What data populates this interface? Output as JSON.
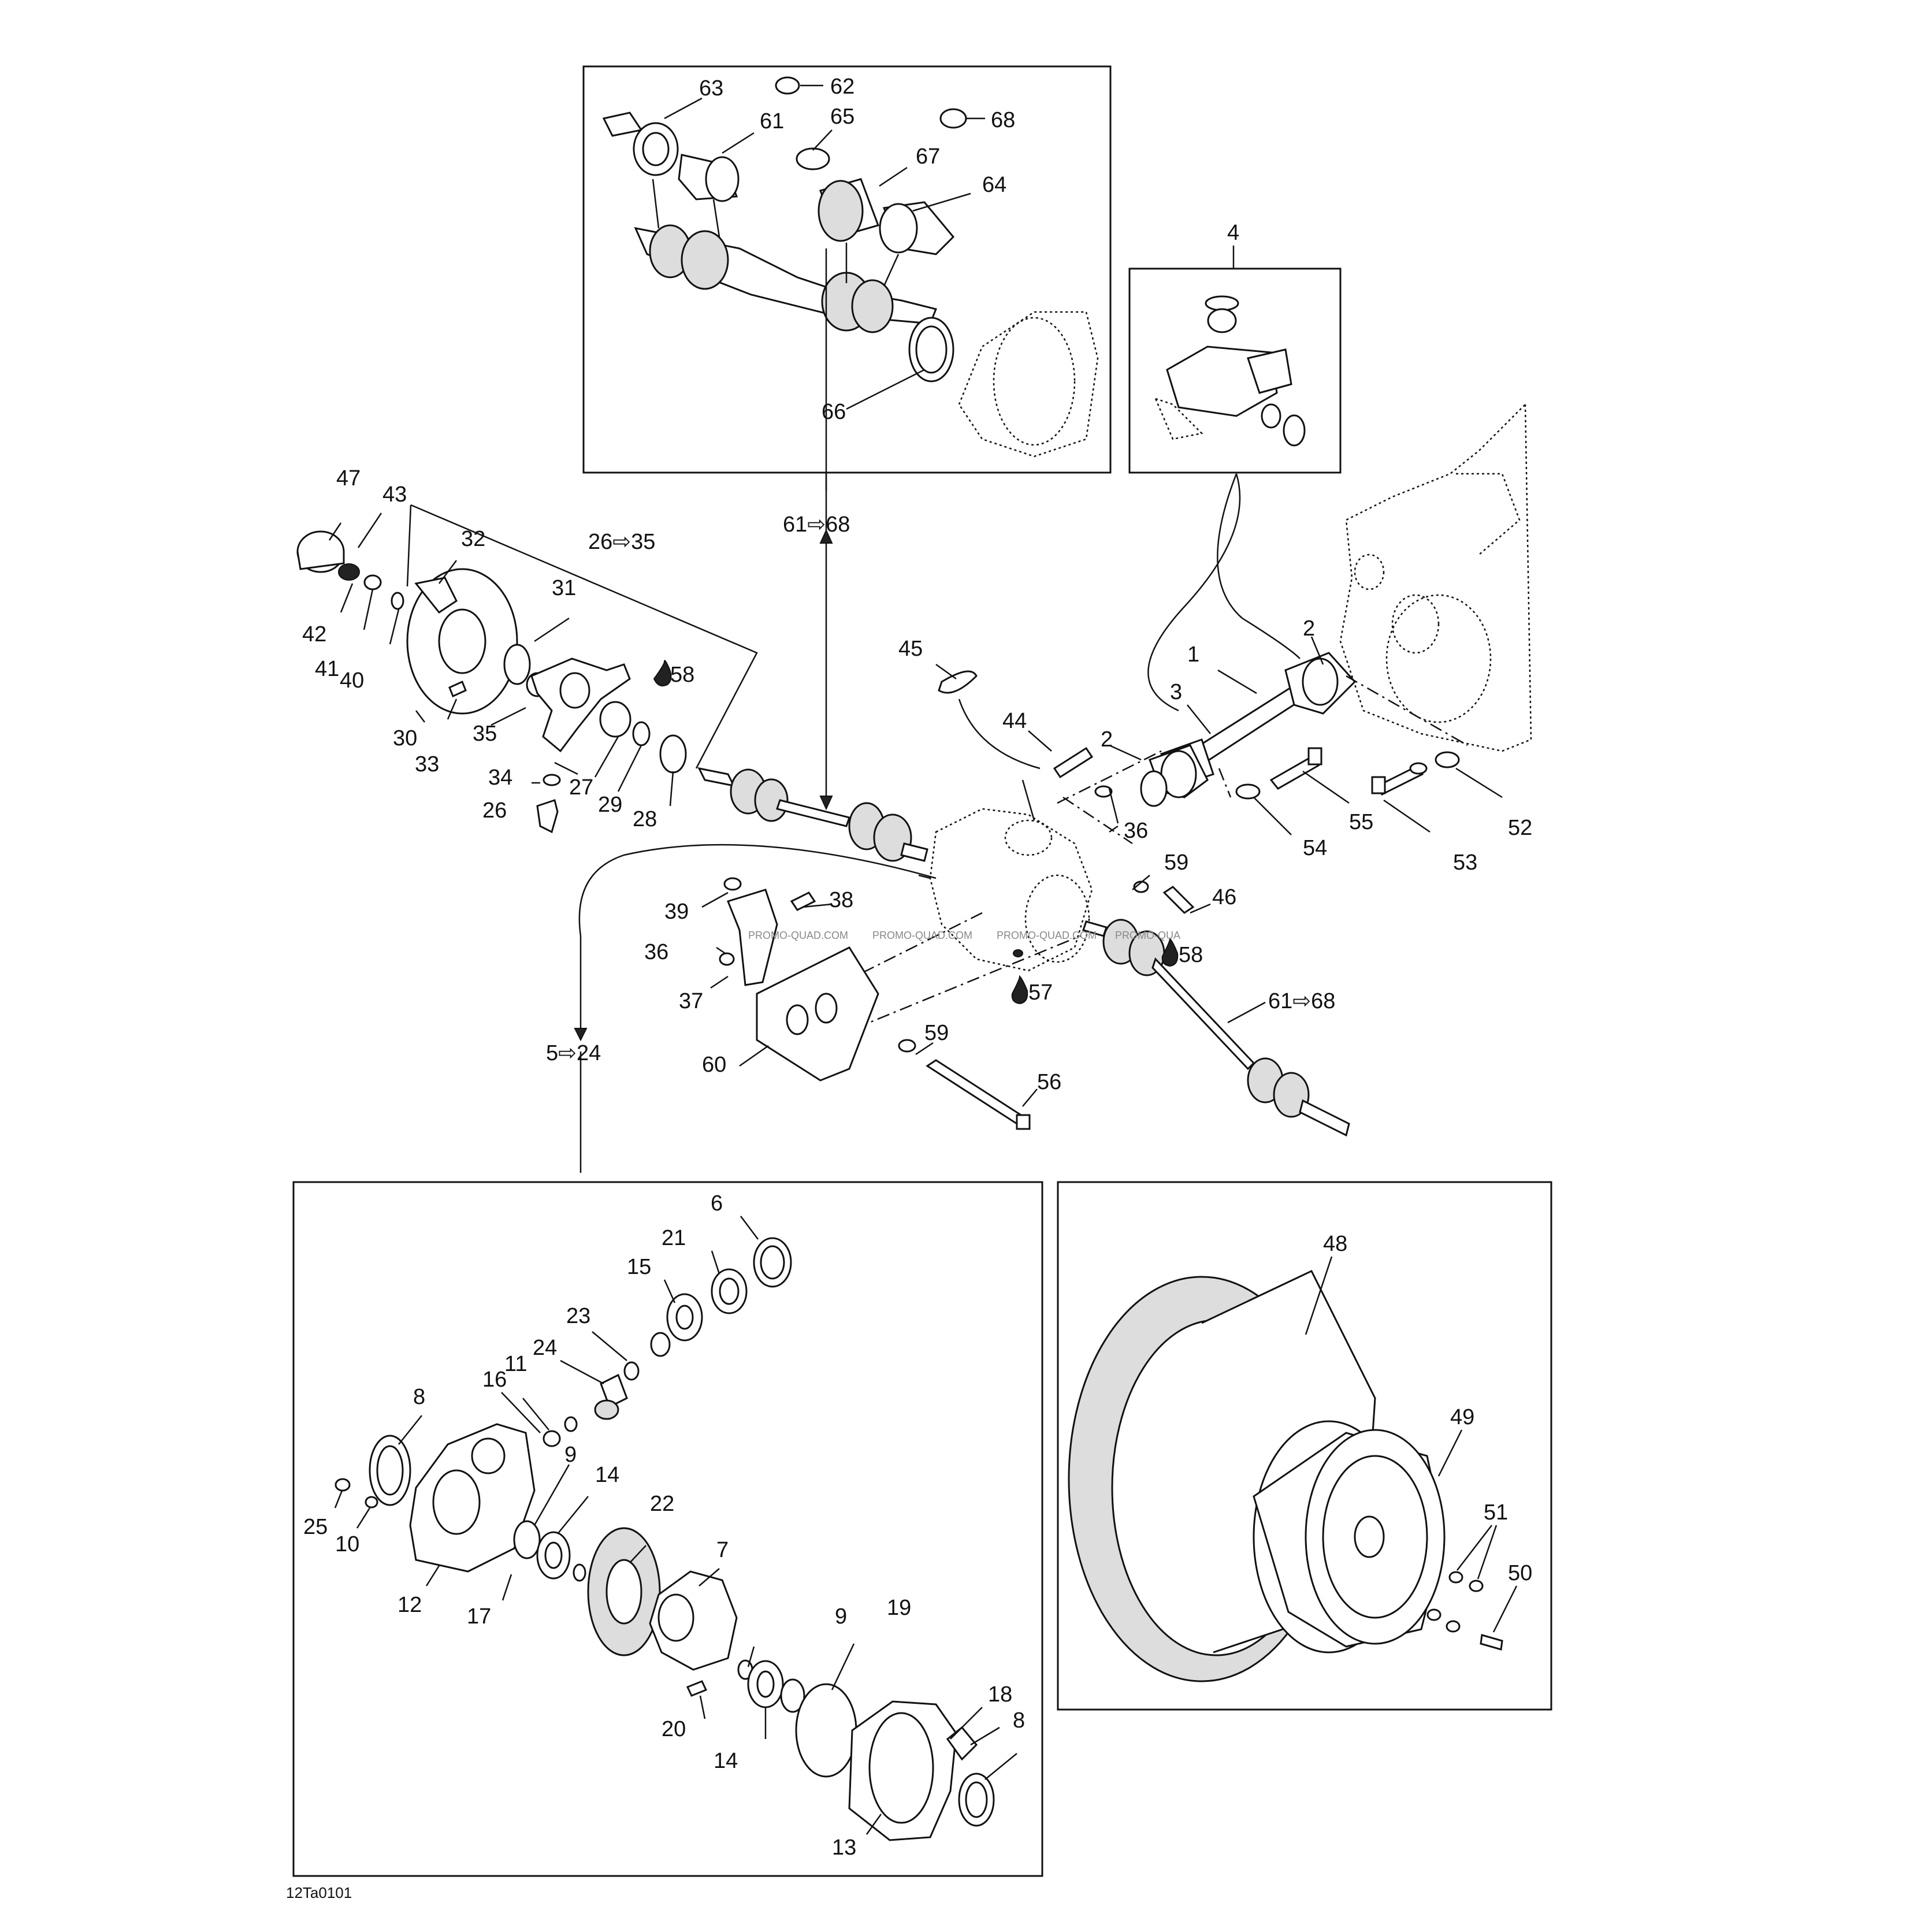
{
  "figure_code": "12Ta0101",
  "watermarks": [
    "PROMO-QUAD.COM",
    "PROMO-QUAD.COM",
    "PROMO-QUAD.COM",
    "PROMO-QUA"
  ],
  "range_refs": {
    "drive_shaft_detail": "61⇨68",
    "drive_shaft_right": "61⇨68",
    "steering_knuckle": "26⇨35",
    "differential": "5⇨24"
  },
  "callouts": {
    "c1": "1",
    "c2a": "2",
    "c2b": "2",
    "c3": "3",
    "c4": "4",
    "c6": "6",
    "c7": "7",
    "c8a": "8",
    "c8b": "8",
    "c9a": "9",
    "c9b": "9",
    "c10": "10",
    "c11": "11",
    "c12": "12",
    "c13": "13",
    "c14a": "14",
    "c14b": "14",
    "c15": "15",
    "c16": "16",
    "c17": "17",
    "c18": "18",
    "c19": "19",
    "c20": "20",
    "c21": "21",
    "c22": "22",
    "c23": "23",
    "c24": "24",
    "c25": "25",
    "c26": "26",
    "c27": "27",
    "c28": "28",
    "c29": "29",
    "c30": "30",
    "c31": "31",
    "c32": "32",
    "c33": "33",
    "c34": "34",
    "c35": "35",
    "c36a": "36",
    "c36b": "36",
    "c37": "37",
    "c38": "38",
    "c39": "39",
    "c40": "40",
    "c41": "41",
    "c42": "42",
    "c43": "43",
    "c44": "44",
    "c45": "45",
    "c46": "46",
    "c47": "47",
    "c48": "48",
    "c49": "49",
    "c50": "50",
    "c51": "51",
    "c52": "52",
    "c53": "53",
    "c54": "54",
    "c55": "55",
    "c56": "56",
    "c57": "57",
    "c58a": "58",
    "c58b": "58",
    "c59a": "59",
    "c59b": "59",
    "c60": "60",
    "c61": "61",
    "c62": "62",
    "c63": "63",
    "c64": "64",
    "c65": "65",
    "c66": "66",
    "c67": "67",
    "c68": "68"
  }
}
